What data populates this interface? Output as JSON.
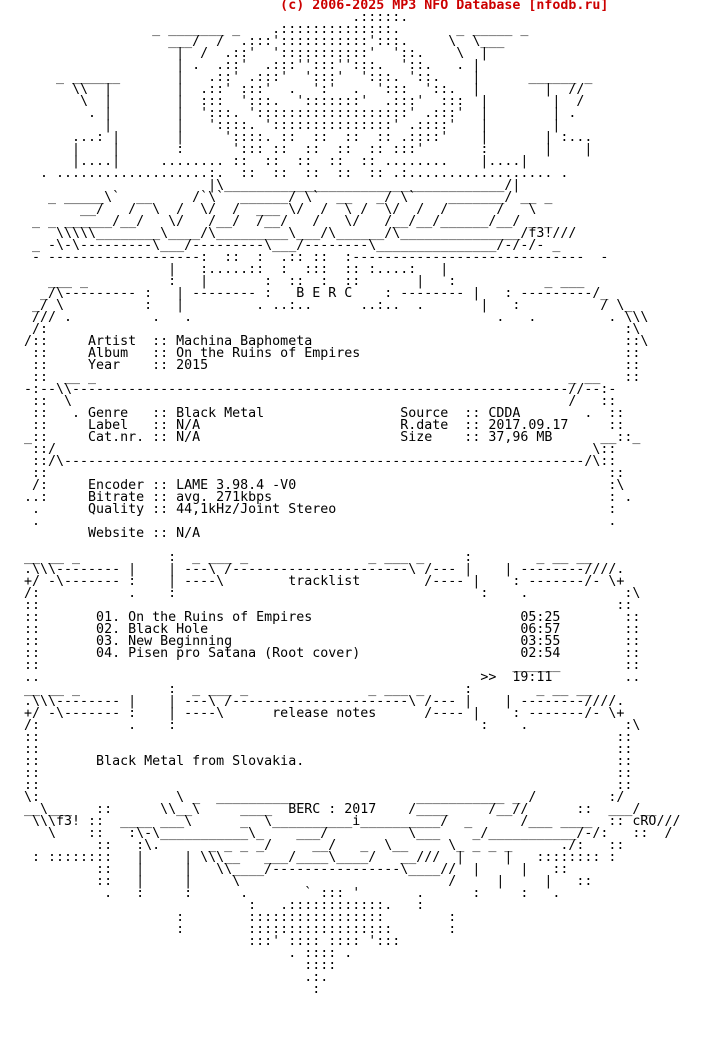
{
  "header": {
    "credit": "(c) 2006-2025 MP3 NFO Database [nfodb.ru]",
    "credit_color": "#cc0000"
  },
  "release": {
    "group": "B E R C",
    "artist": "Machina Baphometa",
    "album": "On the Ruins of Empires",
    "year": "2015",
    "genre": "Black Metal",
    "label": "N/A",
    "catalog_number": "N/A",
    "source": "CDDA",
    "release_date": "2017.09.17",
    "size": "37,96 MB",
    "encoder": "LAME 3.98.4 -V0",
    "bitrate": "avg. 271kbps",
    "quality": "44,1kHz/Joint Stereo",
    "website": "N/A"
  },
  "tracklist": {
    "heading": "tracklist",
    "tracks": [
      {
        "number": "01.",
        "title": "On the Ruins of Empires",
        "duration": "05:25"
      },
      {
        "number": "02.",
        "title": "Black Hole",
        "duration": "06:57"
      },
      {
        "number": "03.",
        "title": "New Beginning",
        "duration": "03:55"
      },
      {
        "number": "04.",
        "title": "Pisen pro Satana (Root cover)",
        "duration": "02:54"
      }
    ],
    "total": "19:11"
  },
  "notes": {
    "heading": "release notes",
    "text": "Black Metal from Slovakia."
  },
  "footer": {
    "group_year": "BERC : 2017",
    "artist_tag_left": "f3!",
    "artist_tag_right": "cRO"
  },
  "nfo_lines": [
    "                                  (c) 2006-2025 MP3 NFO Database [nfodb.ru]",
    "                                           .:::::.",
    "                  _ _______ _    .::::::::::::::.       _ _____ _",
    "                    ___/  /  .:::':::::::::::':::.     \\  \\___",
    "                     |  /  .::'  ':::::::::::'  '::.    \\  |",
    "                     | .  .::'  .:::'':::'':::.  '::.   . |",
    "      _ ______       |   .::' .:::'  ':::'  ':::. '::.    |      ______ _",
    "        \\\\  |        |  .::' :::'  .  ':'  .  ':::  '::.  |        |  //",
    "         \\  |        |  :::  ':::.  ':::::::'  .:::'  :::  |        |  /",
    "          . |        |  ':::. ':::::::::::::::::::' .:::'  |        | .",
    "            |        |   '::::. ':::::::::::::::' .::::'   |        |",
    "        ...: |       |     '::::. ::  ::  ::  :: .::::'    |       | :...",
    "        |    |       :      '::: ::  ::  ::  :: :::'       :       |    |",
    "        |....|     ........ ::  ::  ::  ::  :: ........    |....|",
    "    . ...................:.  ::  ::  ::  ::  :: .:.................. .",
    "                         |\\___________________________________/|",
    "     _ _____\\`  __     /`\\`  ______/ \\`  __   _/ \\`    _______/ __ _",
    "         __/   /  \\  /  \\/  /  ___ \\/  /  \\ /  \\/  /  /      /   \\",
    "   _ _ ______/__/   \\/   /__/  /__/   /   \\/   /__/__/______/__/ _ _",
    "      \\\\\\\\\\________\\____/\\_________\\___/\\______/\\_______________/f3!///",
    "   _ -\\-\\---------\\___/---------\\___/--------\\_______________/-/-/- _",
    "   - -------------------:  ::  :  .:: ::  :-----------------------------  -",
    "                    |   :.....::  :  :::  :: :....:   |",
    "     ___ _          :   |       :  ::  :  ::       |   :           _ ___",
    "    _/\\--------- :   | -------- :   B E R C    : -------- |   : ---------/_",
    "   _/ \\          :   |         . ..:..      ..:..  .       |   :          / \\_",
    "   /// .          .   .                                      .   .         . \\\\\\",
    "   /:                                                                        :\\",
    "  /::     Artist  :: Machina Baphometa                                       ::\\",
    "   ::     Album   :: On the Ruins of Empires                                 ::",
    "   ::     Year    :: 2015                                                    ::",
    "   ::  __ _                                                           _ __   ::",
    "  -:--\\\\--------------------------------------------------------------//--:-",
    "   ::  \\                                                              /   ::",
    "   ::   . Genre   :: Black Metal                 Source  :: CDDA        .  ::",
    "   ::     Label   :: N/A                         R.date  :: 2017.09.17     ::",
    "  _::     Cat.nr. :: N/A                         Size    :: 37,96 MB      __::_",
    "   ::/                                                                   \\::",
    "   ::/\\-----------------------------------------------------------------/\\::",
    "   ::                                                                      ::",
    "   /:     Encoder :: LAME 3.98.4 -V0                                       :\\",
    "  ..:     Bitrate :: avg. 271kbps                                          : .",
    "   .      Quality :: 44,1kHz/Joint Stereo                                  :",
    "   .                                                                       .",
    "          Website :: N/A",
    "",
    "  __ __ _           :  _ ___ _               _ ___ _     :        _ __ __",
    "  .\\\\\\-------- |    | ---\\ /----------------------\\ /--- |    | --------////.",
    "  +/ -\\------- :    | ----\\        tracklist        /---- |    : -------/- \\+",
    "  /:           .    :                                      :    .            :\\",
    "  ::                                                                        ::",
    "  ::       01. On the Ruins of Empires                          05:25        ::",
    "  ::       02. Black Hole                                       06:57        ::",
    "  ::       03. New Beginning                                    03:55        ::",
    "  ::       04. Pisen pro Satana (Root cover)                    02:54        ::",
    "  ::                                                           ______        ::",
    "  ..                                                       >>  19:11         ..",
    "  __ __ _           :  _ ___ _               _ ___ _     :        _ __ __",
    "  .\\\\\\-------- |    | ---\\ /----------------------\\ /--- |    | --------////.",
    "  +/ -\\------- :    | ----\\      release notes      /---- |    : -------/- \\+",
    "  /:           .    :                                      :    .            :\\",
    "  ::                                                                        ::",
    "  ::                                                                        ::",
    "  ::       Black Metal from Slovakia.                                       ::",
    "  ::                                                                        ::",
    "  ::                                                                        ::",
    "  \\:                 \\ _  ___________              ___________ _ /         :/",
    "  __\\___   ::      \\\\__\\     ____  BERC : 2017    /____     /__//      ::  ___/__",
    "   \\\\\\f3! ::  ____ ___\\      _  \\__________i__________/  _      /___ ____  :: cRO///",
    "     \\    ::   :\\-\\___________\\_    ___/          \\___    _/___________/-/:   ::  /",
    "           ::   :\\.      _ _ _ _/     __/   _  \\__     \\_ _ _ _      ./:   ::",
    "   : ::::::::   |     | \\\\\\__   ___/____\\____/   __///  |     |   :::::::: :",
    "           ::   |     |   \\\\____/----------------\\____//  |     |   ::",
    "           ::   |     |     \\                          /     |     |   ::",
    "            .   :     :      .       ` ::: '       .      :     :   .",
    "                              :   .::::::::::::.   :",
    "                     :        :::::::::::::::::        :",
    "                     :        ::::::::::::::::::       :",
    "                              :::' :::: :::: ':::",
    "                                   . :::: .",
    "                                     ::::",
    "                                     .:.",
    "                                      :"
  ]
}
